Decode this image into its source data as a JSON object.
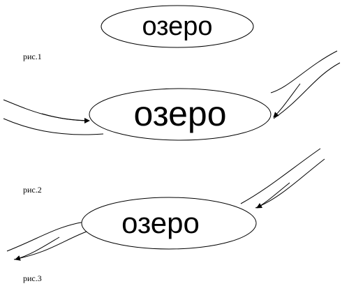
{
  "figures": [
    {
      "label": "рис.1",
      "lake_text": "озеро",
      "rivers": []
    },
    {
      "label": "рис.2",
      "lake_text": "озеро",
      "rivers": [
        {
          "role": "inflow",
          "side": "left"
        },
        {
          "role": "inflow",
          "side": "right"
        }
      ]
    },
    {
      "label": "рис.3",
      "lake_text": "озеро",
      "rivers": [
        {
          "role": "inflow",
          "side": "right"
        },
        {
          "role": "outflow",
          "side": "left"
        }
      ]
    }
  ],
  "colors": {
    "stroke": "#000000",
    "background": "#ffffff"
  }
}
